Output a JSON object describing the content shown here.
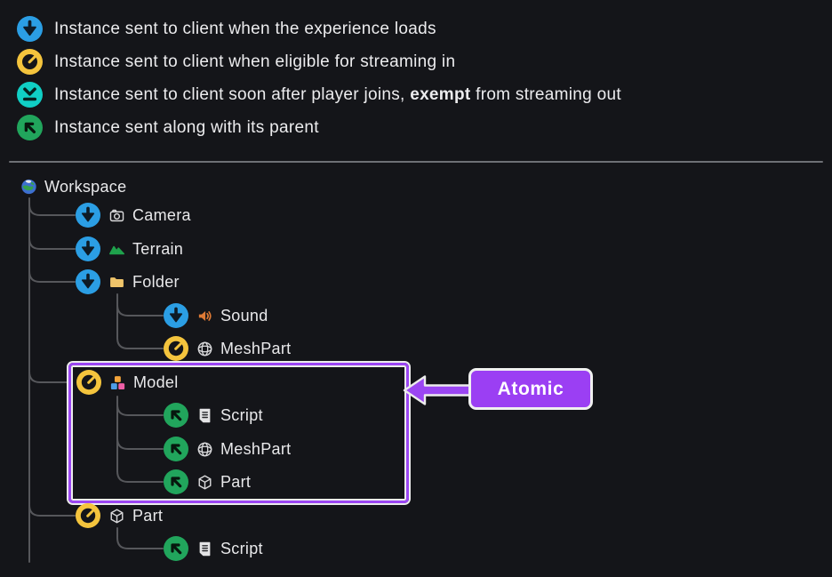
{
  "colors": {
    "background": "#141519",
    "text": "#ECECEE",
    "tree_line": "#56575B",
    "divider": "#6E7075",
    "badge_blue": "#2B9EE4",
    "badge_yellow": "#F4C43D",
    "badge_teal": "#10CFC5",
    "badge_green": "#21A55C",
    "accent_purple": "#9B46F3",
    "callout_border": "#ECECEC"
  },
  "legend": {
    "items": [
      {
        "icon": "sent-on-load-icon",
        "pre": "Instance sent to client when the experience loads",
        "bold": "",
        "post": ""
      },
      {
        "icon": "eligible-stream-icon",
        "pre": "Instance sent to client when eligible for streaming in",
        "bold": "",
        "post": ""
      },
      {
        "icon": "sent-after-join-icon",
        "pre": "Instance sent to client soon after player joins, ",
        "bold": "exempt",
        "post": " from streaming out"
      },
      {
        "icon": "sent-with-parent-icon",
        "pre": "Instance sent along with its parent",
        "bold": "",
        "post": ""
      }
    ]
  },
  "tree": {
    "root": {
      "label": "Workspace",
      "icon": "globe-icon"
    },
    "nodes": [
      {
        "label": "Camera",
        "badge": "sent-on-load-icon",
        "type_icon": "camera-icon"
      },
      {
        "label": "Terrain",
        "badge": "sent-on-load-icon",
        "type_icon": "terrain-icon"
      },
      {
        "label": "Folder",
        "badge": "sent-on-load-icon",
        "type_icon": "folder-icon"
      },
      {
        "label": "Sound",
        "badge": "sent-on-load-icon",
        "type_icon": "sound-icon"
      },
      {
        "label": "MeshPart",
        "badge": "eligible-stream-icon",
        "type_icon": "mesh-icon"
      },
      {
        "label": "Model",
        "badge": "eligible-stream-icon",
        "type_icon": "model-icon"
      },
      {
        "label": "Script",
        "badge": "sent-with-parent-icon",
        "type_icon": "script-icon"
      },
      {
        "label": "MeshPart",
        "badge": "sent-with-parent-icon",
        "type_icon": "mesh-icon"
      },
      {
        "label": "Part",
        "badge": "sent-with-parent-icon",
        "type_icon": "part-icon"
      },
      {
        "label": "Part",
        "badge": "eligible-stream-icon",
        "type_icon": "part-icon"
      },
      {
        "label": "Script",
        "badge": "sent-with-parent-icon",
        "type_icon": "script-icon"
      }
    ]
  },
  "callout": {
    "label": "Atomic"
  }
}
